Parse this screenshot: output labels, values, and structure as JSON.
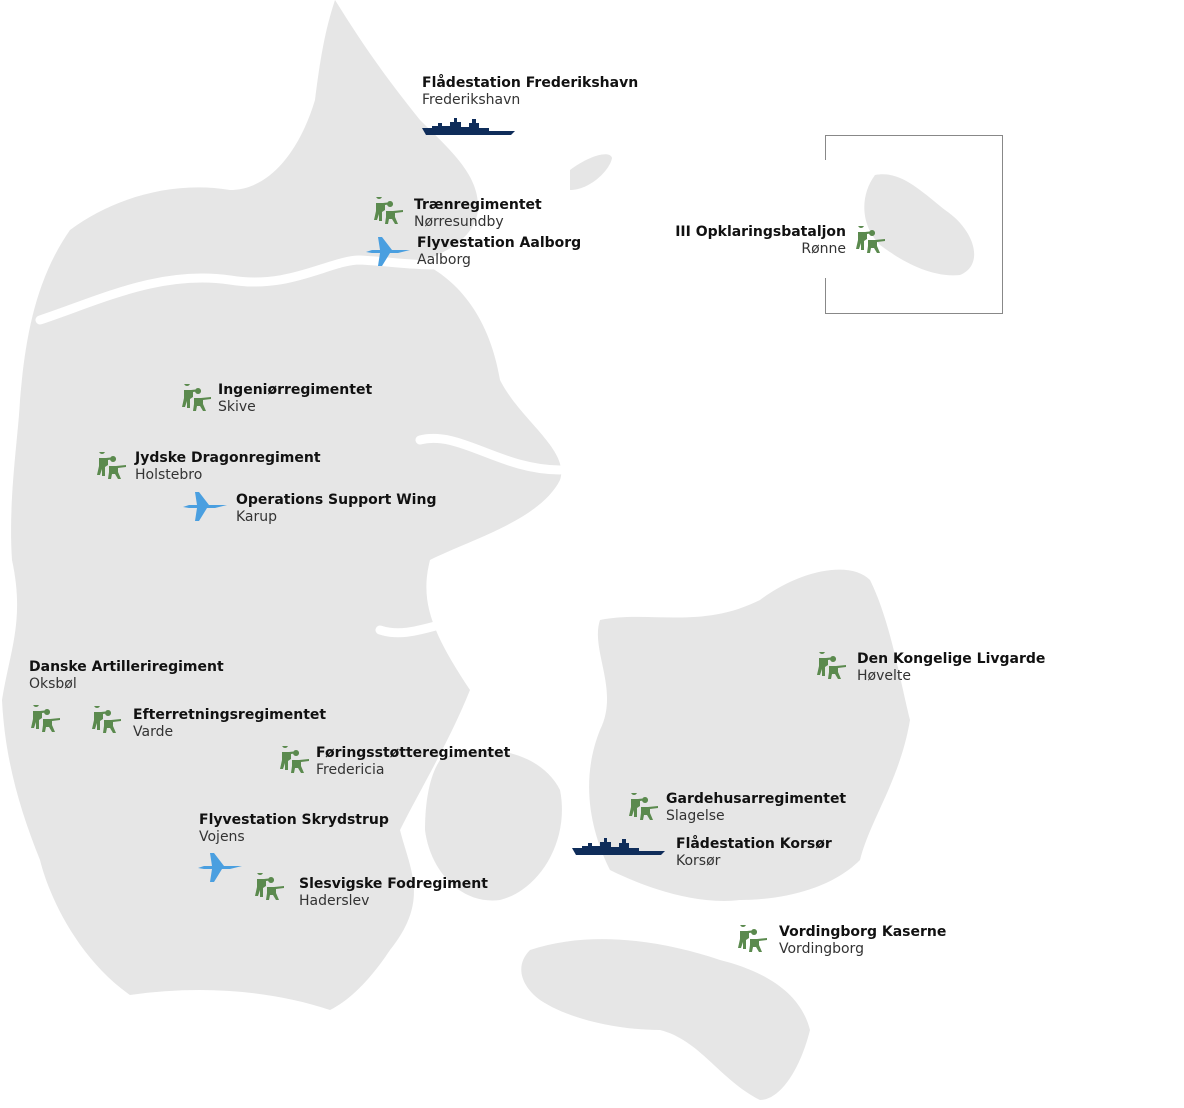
{
  "colors": {
    "land": "#e6e6e6",
    "army": "#5b8a4e",
    "navy": "#0f2d5a",
    "airforce": "#4a9fe0"
  },
  "locations": [
    {
      "name": "Flådestation Frederikshavn",
      "place": "Frederikshavn",
      "icon": "ship-icon"
    },
    {
      "name": "Trænregimentet",
      "place": "Nørresundby",
      "icon": "soldiers-icon"
    },
    {
      "name": "Flyvestation Aalborg",
      "place": "Aalborg",
      "icon": "fighter-jet-icon"
    },
    {
      "name": "III Opklaringsbataljon",
      "place": "Rønne",
      "icon": "soldiers-icon"
    },
    {
      "name": "Ingeniørregimentet",
      "place": "Skive",
      "icon": "soldiers-icon"
    },
    {
      "name": "Jydske Dragonregiment",
      "place": "Holstebro",
      "icon": "soldiers-icon"
    },
    {
      "name": "Operations Support Wing",
      "place": "Karup",
      "icon": "fighter-jet-icon"
    },
    {
      "name": "Danske Artilleriregiment",
      "place": "Oksbøl",
      "icon": "soldiers-icon"
    },
    {
      "name": "Efterretningsregimentet",
      "place": "Varde",
      "icon": "soldiers-icon"
    },
    {
      "name": "Føringsstøtteregimentet",
      "place": "Fredericia",
      "icon": "soldiers-icon"
    },
    {
      "name": "Flyvestation Skrydstrup",
      "place": "Vojens",
      "icon": "fighter-jet-icon"
    },
    {
      "name": "Slesvigske Fodregiment",
      "place": "Haderslev",
      "icon": "soldiers-icon"
    },
    {
      "name": "Den Kongelige Livgarde",
      "place": "Høvelte",
      "icon": "soldiers-icon"
    },
    {
      "name": "Gardehusarregimentet",
      "place": "Slagelse",
      "icon": "soldiers-icon"
    },
    {
      "name": "Flådestation Korsør",
      "place": "Korsør",
      "icon": "ship-icon"
    },
    {
      "name": "Vordingborg Kaserne",
      "place": "Vordingborg",
      "icon": "soldiers-icon"
    }
  ]
}
